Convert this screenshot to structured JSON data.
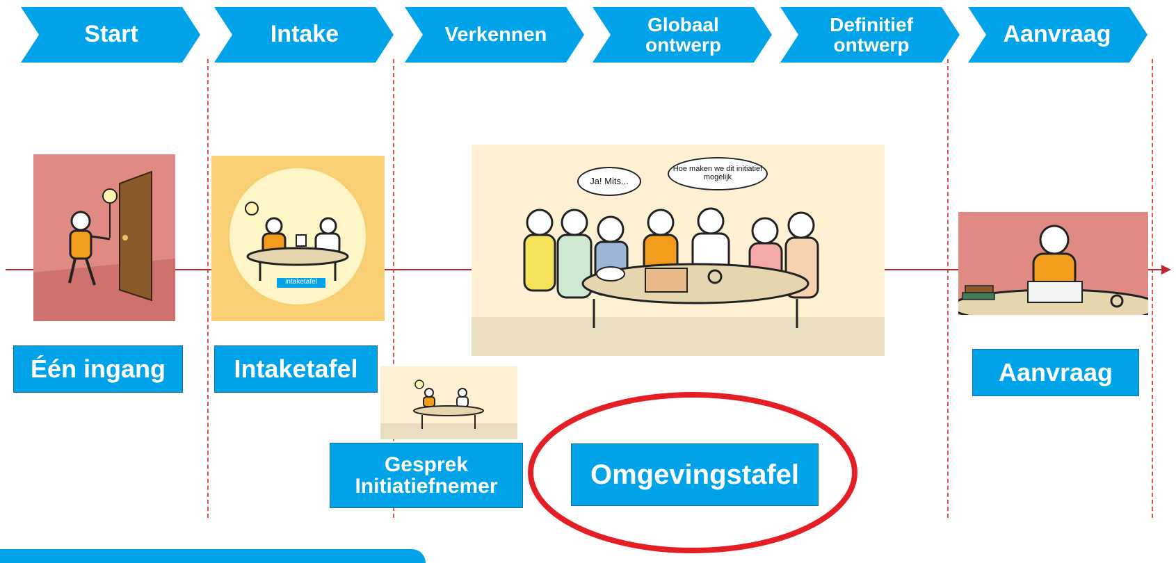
{
  "phases": [
    {
      "label": "Start"
    },
    {
      "label": "Intake"
    },
    {
      "label": "Verkennen"
    },
    {
      "label": "Globaal ontwerp"
    },
    {
      "label": "Definitief ontwerp"
    },
    {
      "label": "Aanvraag"
    }
  ],
  "labels": {
    "een_ingang": "Één ingang",
    "intaketafel": "Intaketafel",
    "gesprek": "Gesprek Initiatiefnemer",
    "omgevingstafel": "Omgevingstafel",
    "aanvraag": "Aanvraag"
  },
  "scene": {
    "intake_tag": "intaketafel",
    "bubble_left": "Ja! Mits...",
    "bubble_right": "Hoe maken we dit initiatief mogelijk"
  },
  "colors": {
    "chevron": "#00a3e8",
    "label_fill": "#00a3e8",
    "timeline": "#c0262b",
    "highlight_ring": "#e31e24"
  }
}
